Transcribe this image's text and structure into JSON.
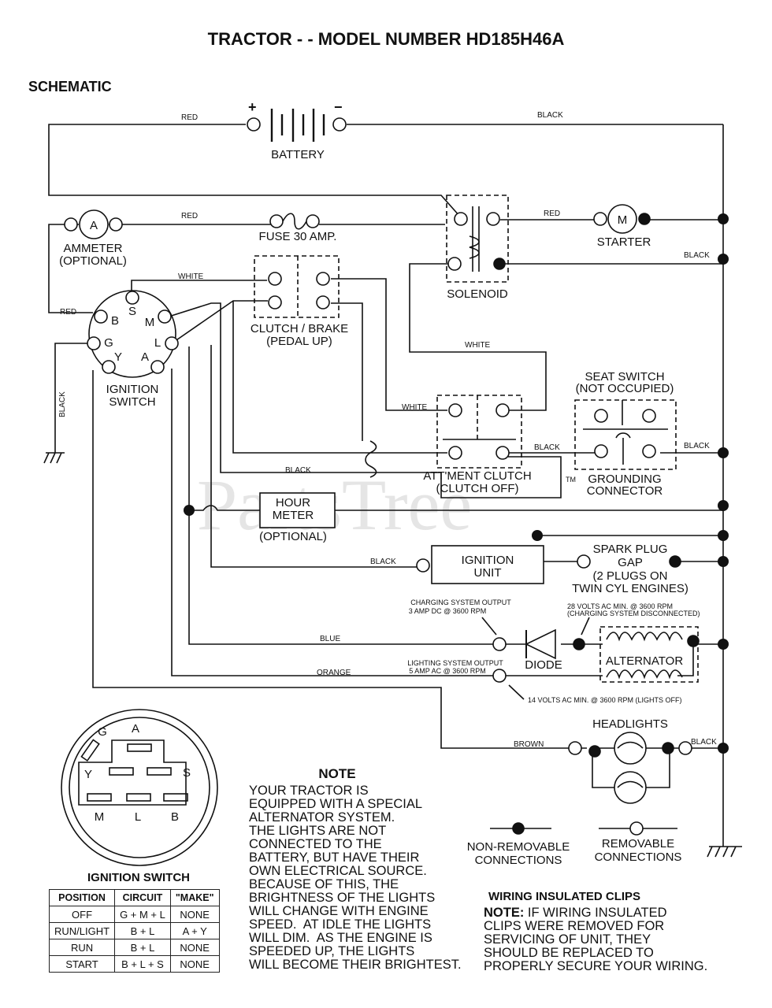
{
  "title": "TRACTOR - - MODEL NUMBER HD185H46A",
  "section_label": "SCHEMATIC",
  "watermark": "PartsTree",
  "watermark_tm": "TM",
  "components": {
    "battery": "BATTERY",
    "battery_plus": "+",
    "battery_minus": "−",
    "ammeter": [
      "AMMETER",
      "(OPTIONAL)"
    ],
    "ammeter_symbol": "A",
    "fuse": "FUSE 30 AMP.",
    "solenoid": "SOLENOID",
    "starter": "STARTER",
    "starter_symbol": "M",
    "ignition_switch": [
      "IGNITION",
      "SWITCH"
    ],
    "clutch_brake": [
      "CLUTCH / BRAKE",
      "(PEDAL UP)"
    ],
    "seat_switch": [
      "SEAT SWITCH",
      "(NOT OCCUPIED)"
    ],
    "attachment_clutch": [
      "ATT'MENT CLUTCH",
      "(CLUTCH OFF)"
    ],
    "grounding_connector": [
      "GROUNDING",
      "CONNECTOR"
    ],
    "hour_meter": [
      "HOUR",
      "METER",
      "(OPTIONAL)"
    ],
    "ignition_unit": [
      "IGNITION",
      "UNIT"
    ],
    "spark_plug": [
      "SPARK PLUG",
      "GAP",
      "(2 PLUGS ON",
      "TWIN CYL ENGINES)"
    ],
    "charging_output": [
      "CHARGING SYSTEM OUTPUT",
      "3 AMP DC @ 3600 RPM"
    ],
    "volts_28": [
      "28 VOLTS AC MIN. @ 3600 RPM",
      "(CHARGING SYSTEM DISCONNECTED)"
    ],
    "diode": "DIODE",
    "alternator": "ALTERNATOR",
    "lighting_output": [
      "LIGHTING SYSTEM OUTPUT",
      "5 AMP AC @ 3600 RPM"
    ],
    "volts_14": "14 VOLTS AC MIN. @ 3600 RPM (LIGHTS OFF)",
    "headlights": "HEADLIGHTS"
  },
  "switch_terminals": {
    "B": "B",
    "S": "S",
    "M": "M",
    "G": "G",
    "L": "L",
    "Y": "Y",
    "A": "A"
  },
  "wire_labels": {
    "red_battery": "RED",
    "black_battery": "BLACK",
    "red_ammeter": "RED",
    "red_starter": "RED",
    "black_solenoid": "BLACK",
    "white_switch": "WHITE",
    "red_switch": "RED",
    "black_ground": "BLACK",
    "white_solenoid": "WHITE",
    "white_attment": "WHITE",
    "black_attment": "BLACK",
    "black_seat": "BLACK",
    "black_clutch": "BLACK",
    "black_ignition": "BLACK",
    "blue": "BLUE",
    "orange": "ORANGE",
    "brown": "BROWN",
    "black_headlights": "BLACK"
  },
  "note": {
    "heading": "NOTE",
    "lines": [
      "YOUR TRACTOR IS",
      "EQUIPPED WITH A SPECIAL",
      "ALTERNATOR SYSTEM.",
      "THE LIGHTS ARE NOT",
      "CONNECTED TO THE",
      "BATTERY, BUT HAVE THEIR",
      "OWN ELECTRICAL SOURCE.",
      "BECAUSE OF THIS, THE",
      "BRIGHTNESS OF THE LIGHTS",
      "WILL CHANGE WITH ENGINE",
      "SPEED.  AT IDLE THE LIGHTS",
      "WILL DIM.  AS THE ENGINE IS",
      "SPEEDED UP, THE LIGHTS",
      "WILL BECOME THEIR BRIGHTEST."
    ]
  },
  "legend": {
    "non_removable": [
      "NON-REMOVABLE",
      "CONNECTIONS"
    ],
    "removable": [
      "REMOVABLE",
      "CONNECTIONS"
    ]
  },
  "clips": {
    "heading": "WIRING INSULATED CLIPS",
    "note_label": "NOTE:",
    "lines": [
      " IF WIRING INSULATED",
      "CLIPS WERE REMOVED FOR",
      "SERVICING OF UNIT, THEY",
      "SHOULD BE REPLACED TO",
      "PROPERLY SECURE YOUR WIRING."
    ]
  },
  "ignition_table": {
    "title": "IGNITION SWITCH",
    "headers": [
      "POSITION",
      "CIRCUIT",
      "\"MAKE\""
    ],
    "rows": [
      [
        "OFF",
        "G + M + L",
        "NONE"
      ],
      [
        "RUN/LIGHT",
        "B + L",
        "A + Y"
      ],
      [
        "RUN",
        "B + L",
        "NONE"
      ],
      [
        "START",
        "B + L + S",
        "NONE"
      ]
    ]
  },
  "plug_terminals": {
    "G": "G",
    "A": "A",
    "Y": "Y",
    "S": "S",
    "M": "M",
    "L": "L",
    "B": "B"
  }
}
